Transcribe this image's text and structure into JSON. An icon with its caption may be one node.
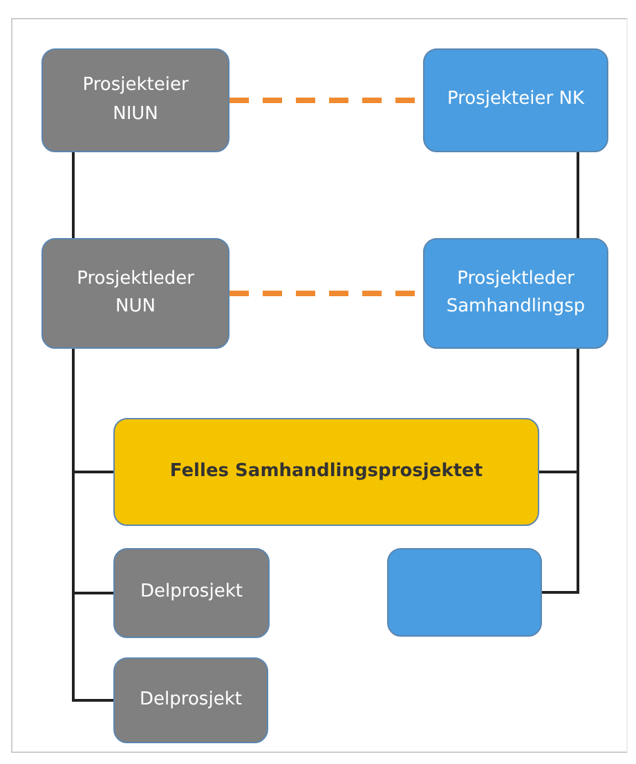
{
  "diagram": {
    "nodes": [
      {
        "text": [
          "Prosjekteier NIUN"
        ]
      },
      {
        "text": [
          "Prosjekteier NK"
        ]
      },
      {
        "text": [
          "Prosjektleder NUN"
        ]
      },
      {
        "text": [
          "Prosjektleder Samhandlingsp"
        ]
      },
      {
        "text": [
          "Felles Samhandlingsprosjektet"
        ]
      },
      {
        "text": [
          "Delprosjekt"
        ]
      },
      {
        "text": [],
        "shape": "box"
      },
      {
        "text": [
          "Delprosjekt"
        ]
      }
    ],
    "edges": [
      {
        "from": 0,
        "to": 1,
        "arrow": "none",
        "style": "dashed",
        "color": "#f08a30"
      },
      {
        "from": 0,
        "to": 2,
        "arrow": "none"
      },
      {
        "from": 1,
        "to": 3,
        "arrow": "none"
      },
      {
        "from": 2,
        "to": 3,
        "arrow": "none",
        "style": "dashed",
        "color": "#f08a30"
      },
      {
        "from": 2,
        "to": 4,
        "arrow": "none"
      },
      {
        "from": 2,
        "to": 5,
        "arrow": "none"
      },
      {
        "from": 2,
        "to": 7,
        "arrow": "none"
      },
      {
        "from": 3,
        "to": 4,
        "arrow": "none"
      },
      {
        "from": 3,
        "to": 6,
        "arrow": "none"
      }
    ]
  }
}
